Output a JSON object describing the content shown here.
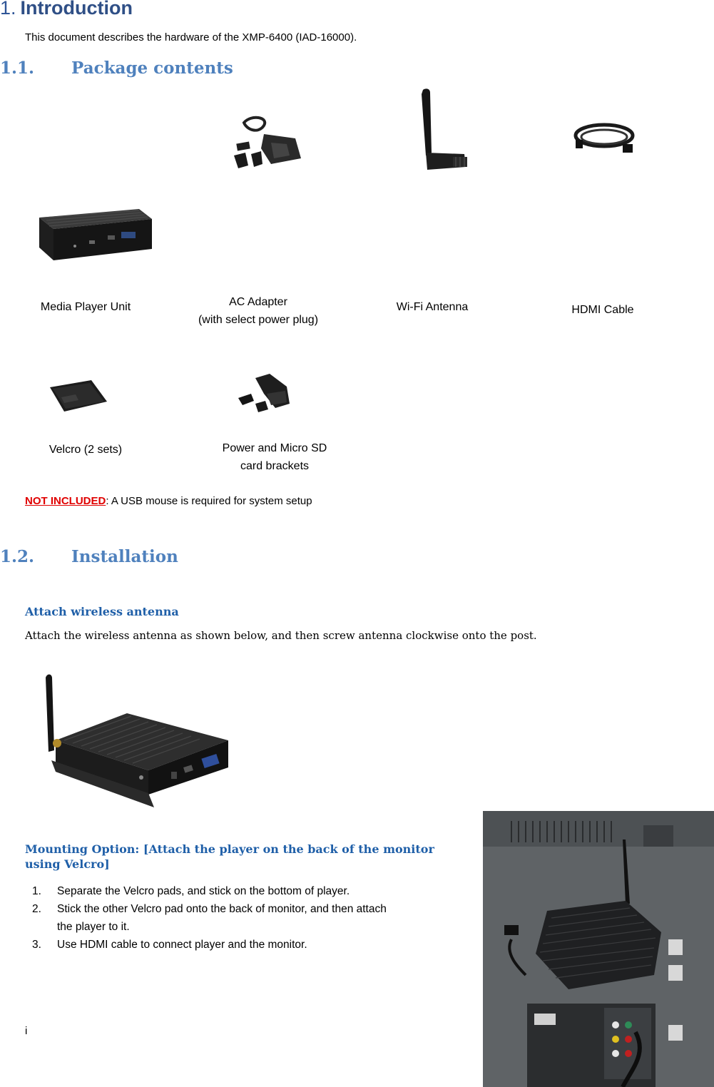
{
  "heading": {
    "number": "1.",
    "title": "Introduction"
  },
  "intro_text": "This document describes the hardware of the XMP-6400 (IAD-16000).",
  "section_package": {
    "number": "1.1.",
    "title": "Package contents"
  },
  "items": [
    {
      "label": "Media Player Unit",
      "icon": "media-player-icon"
    },
    {
      "label_line1": "AC Adapter",
      "label_line2": "(with select power plug)",
      "icon": "ac-adapter-icon"
    },
    {
      "label": "Wi-Fi Antenna",
      "icon": "antenna-icon"
    },
    {
      "label": "HDMI Cable",
      "icon": "hdmi-cable-icon"
    },
    {
      "label": "Velcro (2 sets)",
      "icon": "velcro-icon"
    },
    {
      "label_line1": "Power and Micro SD",
      "label_line2": "card brackets",
      "icon": "bracket-icon"
    }
  ],
  "not_included": {
    "label": "NOT INCLUDED",
    "text": ": A USB mouse is required for system setup"
  },
  "section_install": {
    "number": "1.2.",
    "title": "Installation"
  },
  "attach_antenna": {
    "title": "Attach wireless antenna",
    "text": "Attach the wireless antenna as shown below, and then screw antenna clockwise onto the post."
  },
  "mounting": {
    "title_line1": "Mounting Option: [Attach the player on the back of the monitor",
    "title_line2": "using Velcro]",
    "steps": [
      {
        "num": "1.",
        "line1": "Separate the Velcro pads, and stick on the bottom of player.",
        "line2": ""
      },
      {
        "num": "2.",
        "line1": "Stick the other Velcro pad onto the back of monitor, and then attach",
        "line2": "the player to it."
      },
      {
        "num": "3.",
        "line1": "Use HDMI cable to connect player and the monitor.",
        "line2": ""
      }
    ]
  },
  "page_number": "i",
  "colors": {
    "heading": "#2f4f86",
    "subheading": "#4f81bd",
    "warning": "#e00000"
  }
}
